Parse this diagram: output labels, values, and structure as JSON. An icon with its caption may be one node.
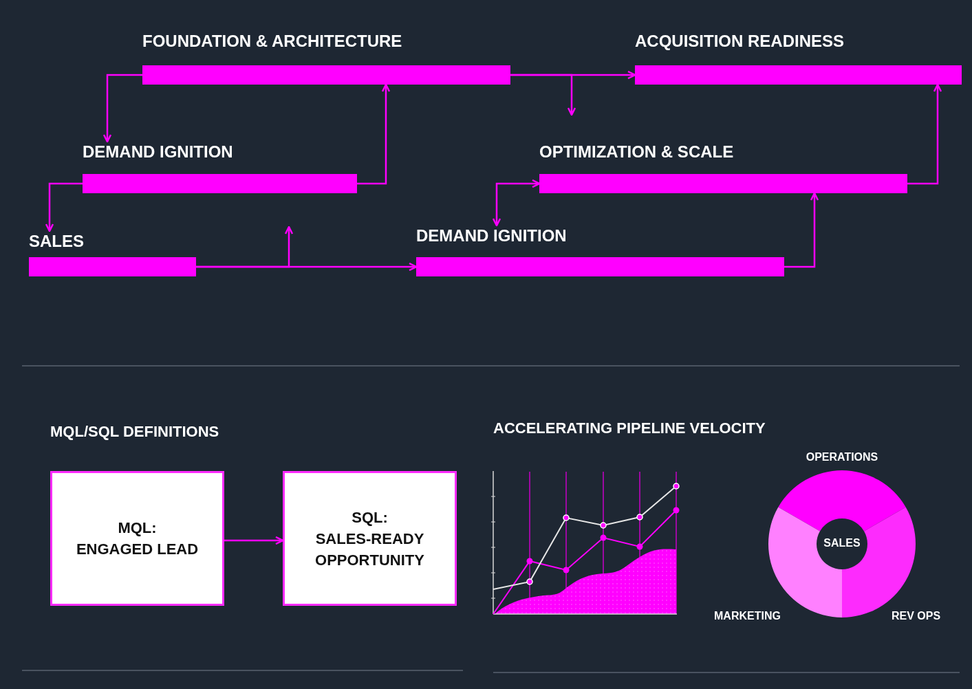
{
  "diagram": {
    "nodes": [
      {
        "text": [
          "FOUNDATION & ARCHITECTURE"
        ]
      },
      {
        "text": [
          "ACQUISITION READINESS"
        ]
      },
      {
        "text": [
          "DEMAND IGNITION"
        ]
      },
      {
        "text": [
          "OPTIMIZATION & SCALE"
        ]
      },
      {
        "text": [
          "SALES"
        ]
      },
      {
        "text": [
          "DEMAND IGNITION"
        ]
      },
      {
        "text": [
          "MQL:",
          "ENGAGED LEAD"
        ]
      },
      {
        "text": [
          "SQL:",
          "SALES-READY OPPORTUNITY"
        ]
      }
    ],
    "edges": [
      {
        "from": 0,
        "to": 2,
        "arrow": "to"
      },
      {
        "from": 2,
        "to": 0,
        "arrow": "to"
      },
      {
        "from": 2,
        "to": 4,
        "arrow": "to"
      },
      {
        "from": 4,
        "to": 5,
        "arrow": "to"
      },
      {
        "from": 4,
        "to": null,
        "arrow": "to"
      },
      {
        "from": 0,
        "to": 1,
        "arrow": "to"
      },
      {
        "from": 0,
        "to": null,
        "arrow": "to"
      },
      {
        "from": 5,
        "to": 3,
        "arrow": "to"
      },
      {
        "from": 3,
        "to": 1,
        "arrow": "to"
      },
      {
        "from": 5,
        "to": 3,
        "arrow": "both"
      },
      {
        "from": 6,
        "to": 7,
        "arrow": "to"
      }
    ],
    "labels": [
      "MQL/SQL DEFINITIONS",
      "ACCELERATING PIPELINE VELOCITY",
      "OPERATIONS",
      "SALES",
      "MARKETING",
      "REV OPS"
    ]
  }
}
